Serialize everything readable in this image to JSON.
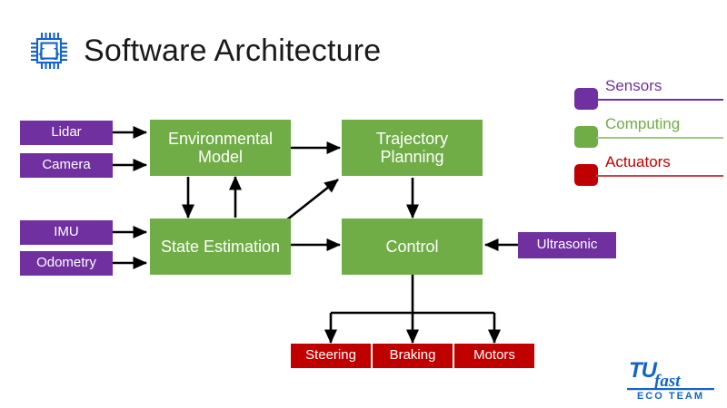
{
  "header": {
    "title": "Software Architecture",
    "icon": "cpu-chip-icon"
  },
  "colors": {
    "sensor": "#7030A0",
    "computing": "#70AD47",
    "actuator": "#C00000",
    "arrow": "#000000",
    "title_text": "#1A1A1A",
    "logo": "#1464C8",
    "background": "#FFFFFF"
  },
  "legend": {
    "items": [
      {
        "label": "Sensors",
        "color": "#7030A0",
        "swatch": "sensors-swatch"
      },
      {
        "label": "Computing",
        "color": "#70AD47",
        "swatch": "computing-swatch"
      },
      {
        "label": "Actuators",
        "color": "#C00000",
        "swatch": "actuators-swatch"
      }
    ]
  },
  "diagram": {
    "sensors": [
      {
        "id": "lidar",
        "label": "Lidar"
      },
      {
        "id": "camera",
        "label": "Camera"
      },
      {
        "id": "imu",
        "label": "IMU"
      },
      {
        "id": "odometry",
        "label": "Odometry"
      },
      {
        "id": "ultrasonic",
        "label": "Ultrasonic"
      }
    ],
    "computing": [
      {
        "id": "environmental-model",
        "label": "Environmental Model"
      },
      {
        "id": "trajectory-planning",
        "label": "Trajectory Planning"
      },
      {
        "id": "state-estimation",
        "label": "State Estimation"
      },
      {
        "id": "control",
        "label": "Control"
      }
    ],
    "actuators": [
      {
        "id": "steering",
        "label": "Steering"
      },
      {
        "id": "braking",
        "label": "Braking"
      },
      {
        "id": "motors",
        "label": "Motors"
      }
    ],
    "connections": [
      {
        "from": "lidar",
        "to": "environmental-model"
      },
      {
        "from": "camera",
        "to": "environmental-model"
      },
      {
        "from": "imu",
        "to": "state-estimation"
      },
      {
        "from": "odometry",
        "to": "state-estimation"
      },
      {
        "from": "environmental-model",
        "to": "trajectory-planning"
      },
      {
        "from": "environmental-model",
        "to": "state-estimation"
      },
      {
        "from": "state-estimation",
        "to": "environmental-model"
      },
      {
        "from": "state-estimation",
        "to": "trajectory-planning"
      },
      {
        "from": "state-estimation",
        "to": "control"
      },
      {
        "from": "trajectory-planning",
        "to": "control"
      },
      {
        "from": "ultrasonic",
        "to": "control"
      },
      {
        "from": "control",
        "to": "steering"
      },
      {
        "from": "control",
        "to": "braking"
      },
      {
        "from": "control",
        "to": "motors"
      }
    ]
  },
  "logo": {
    "mark": "TU",
    "script": "fast",
    "tagline": "ECO TEAM"
  }
}
